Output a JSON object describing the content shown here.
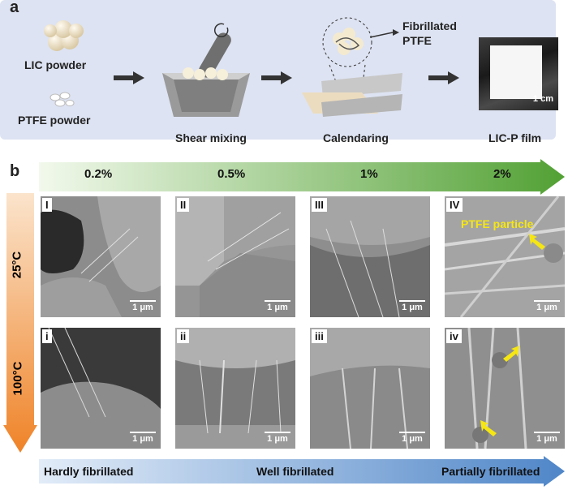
{
  "panel_a": {
    "letter": "a",
    "lic_powder": "LIC powder",
    "ptfe_powder": "PTFE powder",
    "shear_mixing": "Shear mixing",
    "calendaring": "Calendaring",
    "fibrillated": "Fibrillated",
    "ptfe": "PTFE",
    "licp_film": "LIC-P film",
    "film_scale": "1 cm"
  },
  "panel_b": {
    "letter": "b",
    "concentrations": [
      "0.2%",
      "0.5%",
      "1%",
      "2%"
    ],
    "temperatures": [
      "25°C",
      "100°C"
    ],
    "row1_labels": [
      "I",
      "II",
      "III",
      "IV"
    ],
    "row2_labels": [
      "i",
      "ii",
      "iii",
      "iv"
    ],
    "scale_label": "1 μm",
    "ptfe_particle": "PTFE particle",
    "fibrillation": [
      "Hardly fibrillated",
      "Well fibrillated",
      "Partially fibrillated"
    ],
    "colors": {
      "green": "#5aa83c",
      "orange": "#f08a2c",
      "blue": "#5b8fd0",
      "yellow": "#f5e614"
    }
  }
}
